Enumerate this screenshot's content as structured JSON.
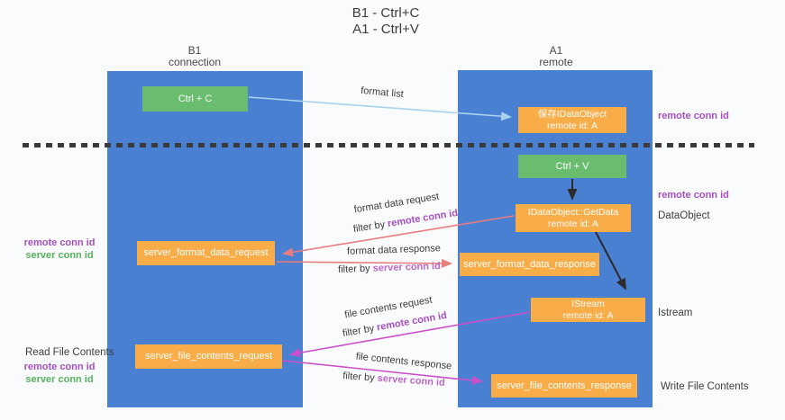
{
  "title": {
    "line1": "B1 - Ctrl+C",
    "line2": "A1 - Ctrl+V"
  },
  "columns": {
    "left": {
      "title": "B1",
      "subtitle": "connection"
    },
    "right": {
      "title": "A1",
      "subtitle": "remote"
    }
  },
  "boxes": {
    "ctrl_c": "Ctrl + C",
    "save_dataobject": {
      "line1": "保存IDataObject",
      "line2": "remote id: A"
    },
    "ctrl_v": "Ctrl + V",
    "getdata": {
      "line1": "IDataObject::GetData",
      "line2": "remote id: A"
    },
    "format_request": "server_format_data_request",
    "format_response": "server_format_data_response",
    "istream": {
      "line1": "IStream",
      "line2": "remote id: A"
    },
    "file_request": "server_file_contents_request",
    "file_response": "server_file_contents_response"
  },
  "arrow_labels": {
    "format_list": "format list",
    "format_data_request": "format data request",
    "format_data_response": "format data response",
    "file_contents_request": "file contents request",
    "file_contents_response": "file contents response",
    "filter_by": "filter by ",
    "remote_conn_id": "remote conn id",
    "server_conn_id": "server conn id"
  },
  "side_labels": {
    "remote_conn_id": "remote conn id",
    "server_conn_id": "server conn id",
    "dataobject": "DataObject",
    "istream": "Istream",
    "read_file_contents": "Read File Contents",
    "write_file_contents": "Write File Contents"
  },
  "colors": {
    "column_blue": "#4a80d2",
    "box_green": "#6abd6e",
    "box_orange": "#f9ad49",
    "arrow_blue": "#a9d2ee",
    "arrow_salmon": "#e87d7d",
    "arrow_magenta": "#cb4fcb",
    "arrow_black": "#2b2b2b",
    "label_purple": "#a44fc0",
    "label_orchid": "#ba68c8",
    "label_green": "#56b25c",
    "text_dark": "#3c3c3c",
    "background": "#fafbfc"
  }
}
